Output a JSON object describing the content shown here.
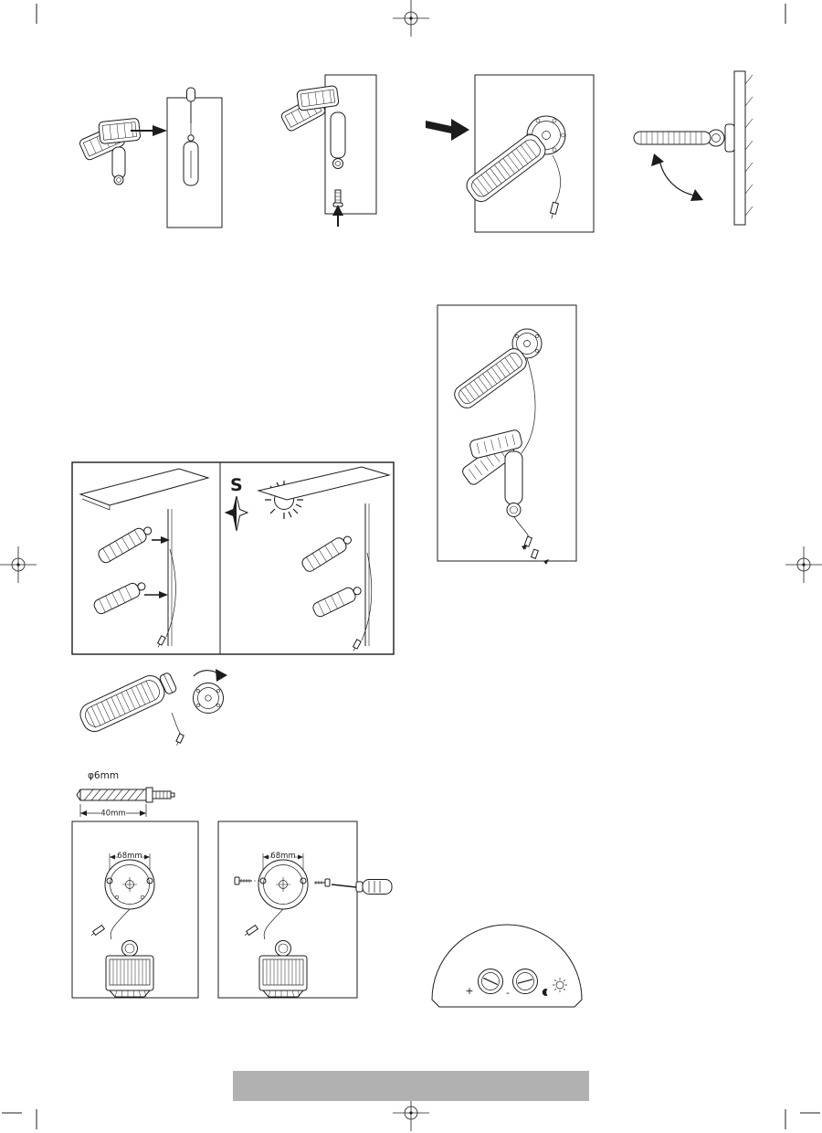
{
  "document": {
    "kind": "installation-instructions-page",
    "paper_color": "#ffffff",
    "ink_color": "#1c1c1c"
  },
  "labels": {
    "compass_south": "S",
    "drill_diameter": "φ6mm",
    "anchor_length": "40mm",
    "hole_spacing_left_diagram": "68mm",
    "hole_spacing_right_diagram": "68mm",
    "dial_plus": "+",
    "dial_minus": "-"
  },
  "footer_bar": {
    "color": "#b1b1b1"
  },
  "icons": {
    "registration_mark": "crosshair-target",
    "compass_star": "four-point-star",
    "sun": "sun-with-rays",
    "moon": "crescent-moon",
    "direction_arrow": "solid-arrow",
    "rotation_arrow": "curved-double-arrow",
    "screwdriver": "screwdriver",
    "wall_anchor": "wall-plug-and-screw"
  }
}
